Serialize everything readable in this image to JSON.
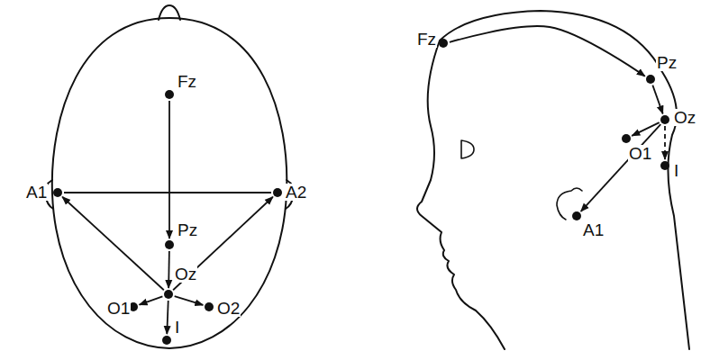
{
  "diagram": {
    "nodes": [
      {
        "text": [
          "Fz"
        ]
      },
      {
        "text": [
          "A1"
        ]
      },
      {
        "text": [
          "A2"
        ]
      },
      {
        "text": [
          "Pz"
        ]
      },
      {
        "text": [
          "Oz"
        ]
      },
      {
        "text": [
          "O1"
        ]
      },
      {
        "text": [
          "O2"
        ]
      },
      {
        "text": [
          "I"
        ]
      },
      {
        "text": [
          "Fz"
        ]
      },
      {
        "text": [
          "Pz"
        ]
      },
      {
        "text": [
          "Oz"
        ]
      },
      {
        "text": [
          "O1"
        ]
      },
      {
        "text": [
          "A1"
        ]
      },
      {
        "text": [
          "I"
        ]
      }
    ],
    "edges": [
      {
        "from": 0,
        "to": 3,
        "arrow": "to"
      },
      {
        "from": 1,
        "to": 2,
        "arrow": "none"
      },
      {
        "from": 3,
        "to": 4,
        "arrow": "to"
      },
      {
        "from": 4,
        "to": 1,
        "arrow": "to"
      },
      {
        "from": 4,
        "to": 2,
        "arrow": "to"
      },
      {
        "from": 4,
        "to": 5,
        "arrow": "to"
      },
      {
        "from": 4,
        "to": 6,
        "arrow": "to"
      },
      {
        "from": 4,
        "to": 7,
        "arrow": "to"
      },
      {
        "from": 8,
        "to": 9,
        "arrow": "to"
      },
      {
        "from": 9,
        "to": 10,
        "arrow": "to"
      },
      {
        "from": 10,
        "to": 11,
        "arrow": "to"
      },
      {
        "from": 10,
        "to": 12,
        "arrow": "to"
      },
      {
        "from": 10,
        "to": 13,
        "arrow": "to"
      }
    ]
  }
}
